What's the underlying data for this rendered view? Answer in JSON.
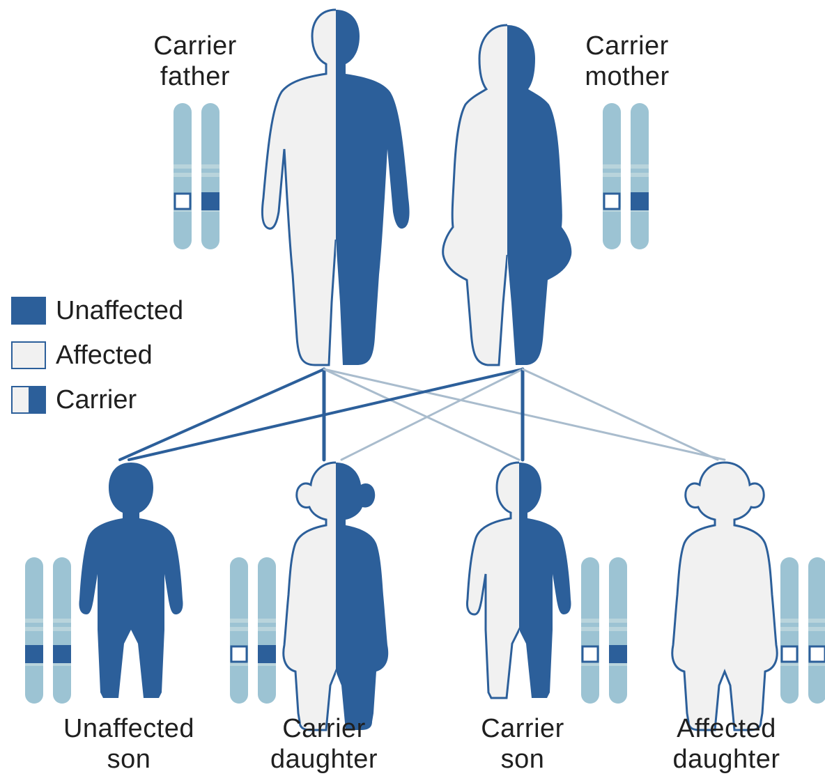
{
  "colors": {
    "dark_blue": "#2c5f9a",
    "light_fill": "#f1f1f1",
    "outline": "#2c5f9a",
    "chromosome": "#9cc3d3",
    "chromosome_band": "#b9d4dc",
    "line_light": "#a9bccd"
  },
  "parents": {
    "father_label": "Carrier\nfather",
    "mother_label": "Carrier\nmother"
  },
  "legend": {
    "unaffected": "Unaffected",
    "affected": "Affected",
    "carrier": "Carrier"
  },
  "children": [
    {
      "label": "Unaffected\nson",
      "status": "unaffected"
    },
    {
      "label": "Carrier\ndaughter",
      "status": "carrier"
    },
    {
      "label": "Carrier\nson",
      "status": "carrier"
    },
    {
      "label": "Affected\ndaughter",
      "status": "affected"
    }
  ]
}
